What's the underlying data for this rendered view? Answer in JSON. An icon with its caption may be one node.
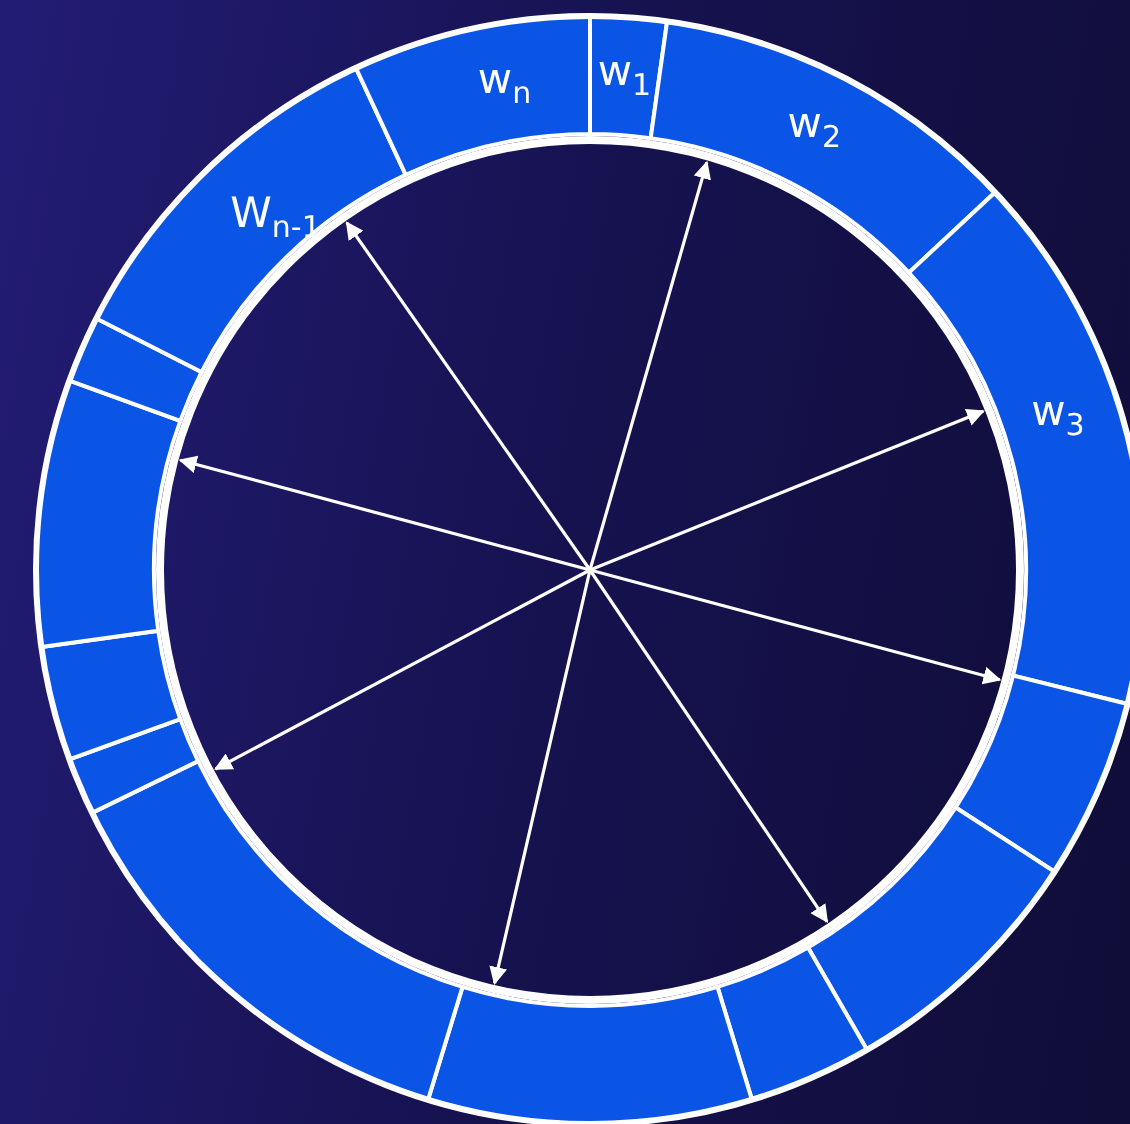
{
  "diagram": {
    "labels": [
      "w$_{n}$",
      "w$_{1}$",
      "w$_{2}$",
      "W$_{n-1}$",
      "w$_{3}$"
    ]
  }
}
